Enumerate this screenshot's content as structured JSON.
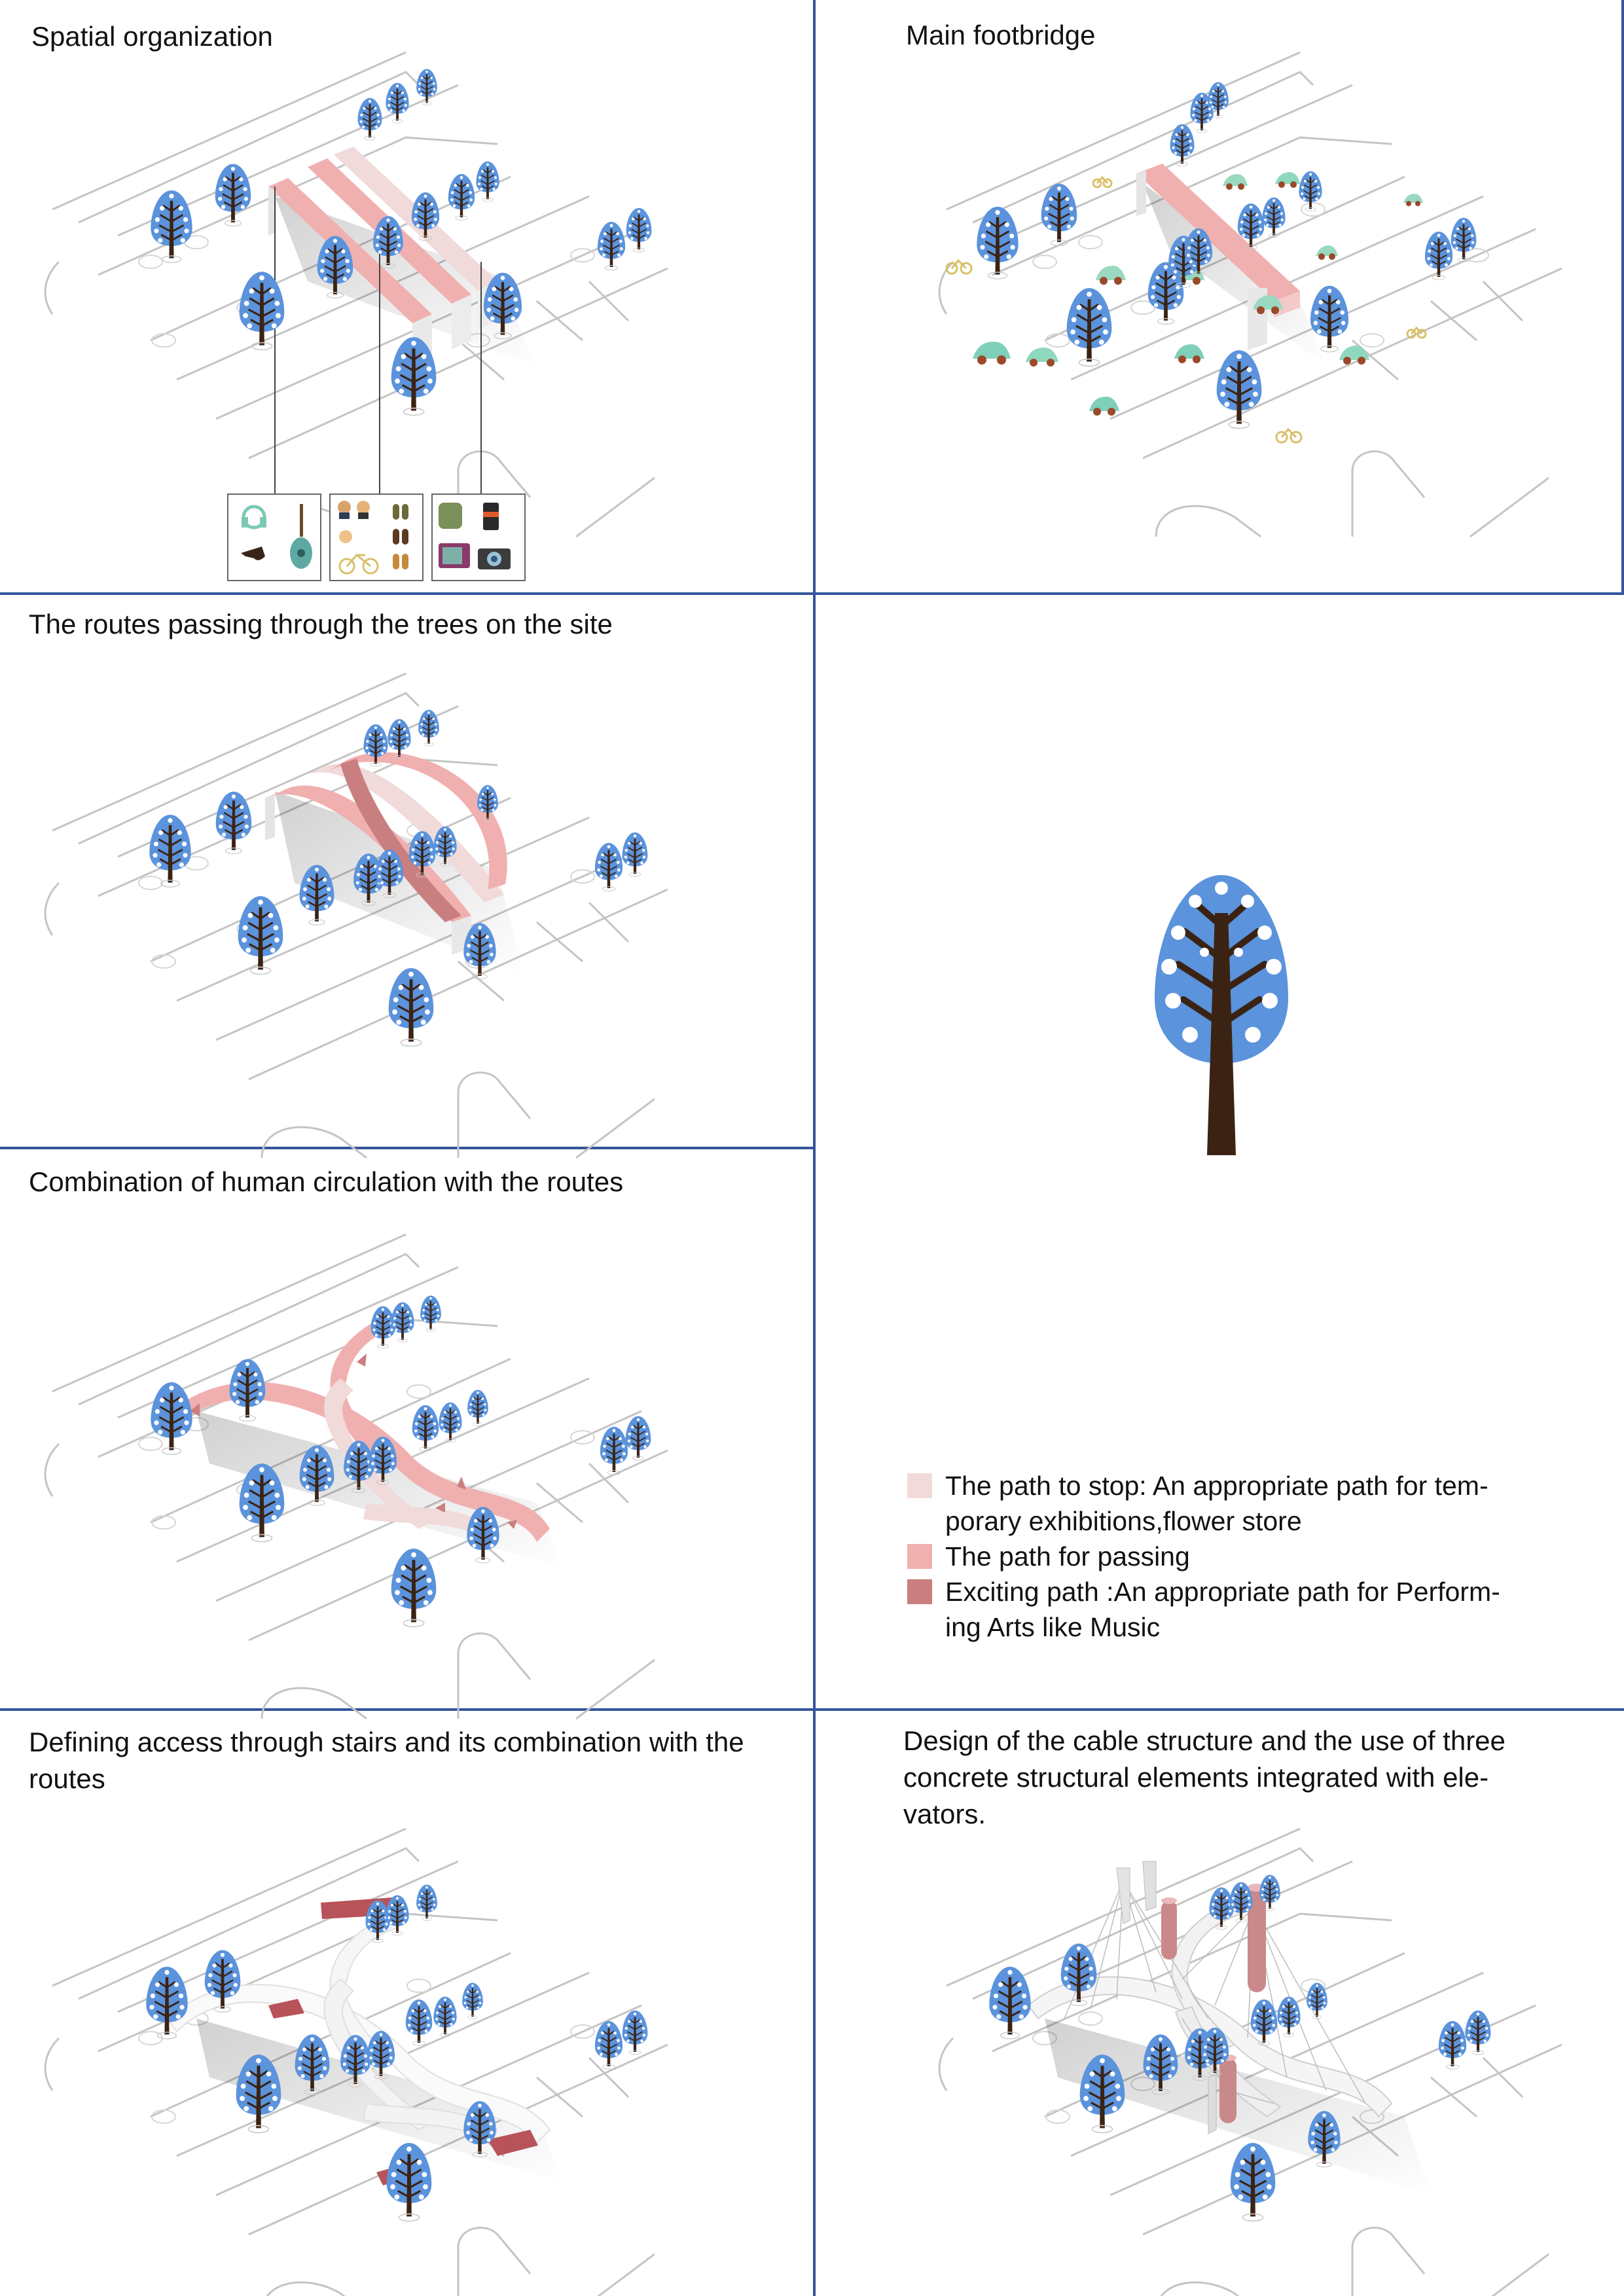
{
  "panels": {
    "spatial_organization": {
      "title": "Spatial organization"
    },
    "main_footbridge": {
      "title": "Main footbridge"
    },
    "routes_trees": {
      "title": "The routes passing through the trees on the site"
    },
    "human_circulation": {
      "title": "Combination of human circulation with the routes"
    },
    "stairs_access": {
      "title": "Defining access through stairs and its combination with the\nroutes"
    },
    "cable_structure": {
      "title": "Design of the cable structure and the use of three\nconcrete structural elements integrated with ele-\nvators."
    }
  },
  "legend": [
    {
      "label": "The path to stop: An appropriate path for tem-\nporary exhibitions,flower store",
      "color": "#f1dada"
    },
    {
      "label": "The path for passing",
      "color": "#f1b0b0"
    },
    {
      "label": "Exciting path :An appropriate path for Perform-\ning Arts like Music",
      "color": "#c97f7f"
    }
  ],
  "colors": {
    "grid_lines": "#34559a",
    "tree_crown": "#5b93dc",
    "tree_trunk": "#3b2314",
    "route_light": "#f1dada",
    "route_mid": "#f1b0b0",
    "route_dark": "#c97f7f"
  },
  "icons": [
    "tree-icon",
    "headphones-icon",
    "guitar-icon",
    "pipe-icon",
    "bicycle-icon",
    "shoes-icon",
    "backpack-icon",
    "tv-icon",
    "camera-icon",
    "car-icon",
    "arrow-icon"
  ]
}
